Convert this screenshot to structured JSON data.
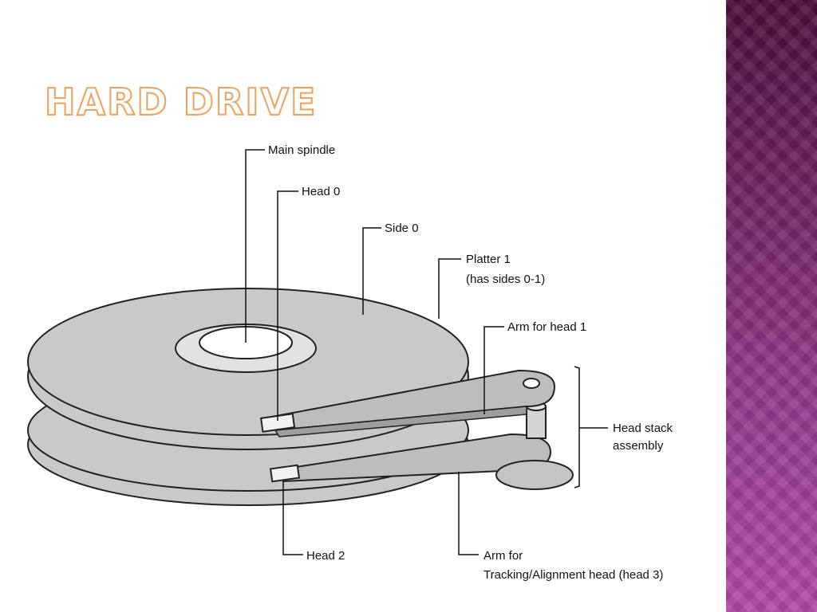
{
  "slide": {
    "title": "HARD DRIVE",
    "accent_color": "#f0a25a",
    "band_color": "#8f3585"
  },
  "diagram": {
    "labels": {
      "main_spindle": "Main spindle",
      "head0": "Head 0",
      "side0": "Side 0",
      "platter1_line1": "Platter 1",
      "platter1_line2": "(has sides 0-1)",
      "arm_head1": "Arm for head 1",
      "head_stack_line1": "Head stack",
      "head_stack_line2": "assembly",
      "head2": "Head 2",
      "arm_tracking_line1": "Arm for",
      "arm_tracking_line2": "Tracking/Alignment head (head 3)"
    }
  }
}
